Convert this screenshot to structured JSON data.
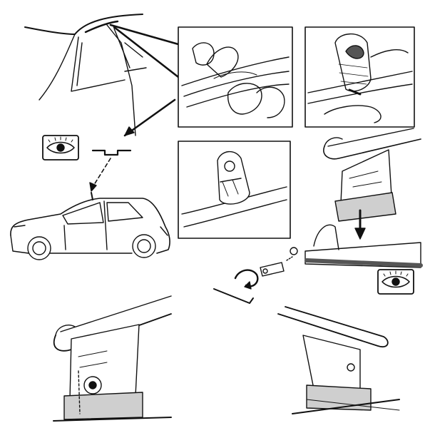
{
  "document": {
    "type": "roof rack mounting instruction sheet",
    "text_present": false
  },
  "colors": {
    "ink": "#111111",
    "paper": "#ffffff",
    "shade": "#cfcfcf",
    "dark": "#555555"
  },
  "panels": [
    {
      "id": "door-seal-overview",
      "icon": "car-door-frame"
    },
    {
      "id": "detail-fingers-in-seal",
      "icon": "hand-seal-detail"
    },
    {
      "id": "detail-fitting-pad",
      "icon": "hand-pad-detail"
    },
    {
      "id": "detail-clip-on-roof",
      "icon": "clip-detail"
    },
    {
      "id": "car-side-view",
      "icon": "hatchback-car"
    },
    {
      "id": "foot-lowered-onto-clip",
      "icon": "rack-foot-exploded"
    },
    {
      "id": "tightening-with-key",
      "icon": "allen-key-rotation"
    },
    {
      "id": "mounted-foot-inner",
      "icon": "rack-foot-mounted"
    },
    {
      "id": "mounted-foot-outer",
      "icon": "rack-foot-mounted-rear"
    }
  ],
  "symbols": [
    "eye-check-icon",
    "eye-check-icon",
    "seal-profile-icon",
    "rotation-arrow-icon",
    "down-arrow-icon"
  ]
}
